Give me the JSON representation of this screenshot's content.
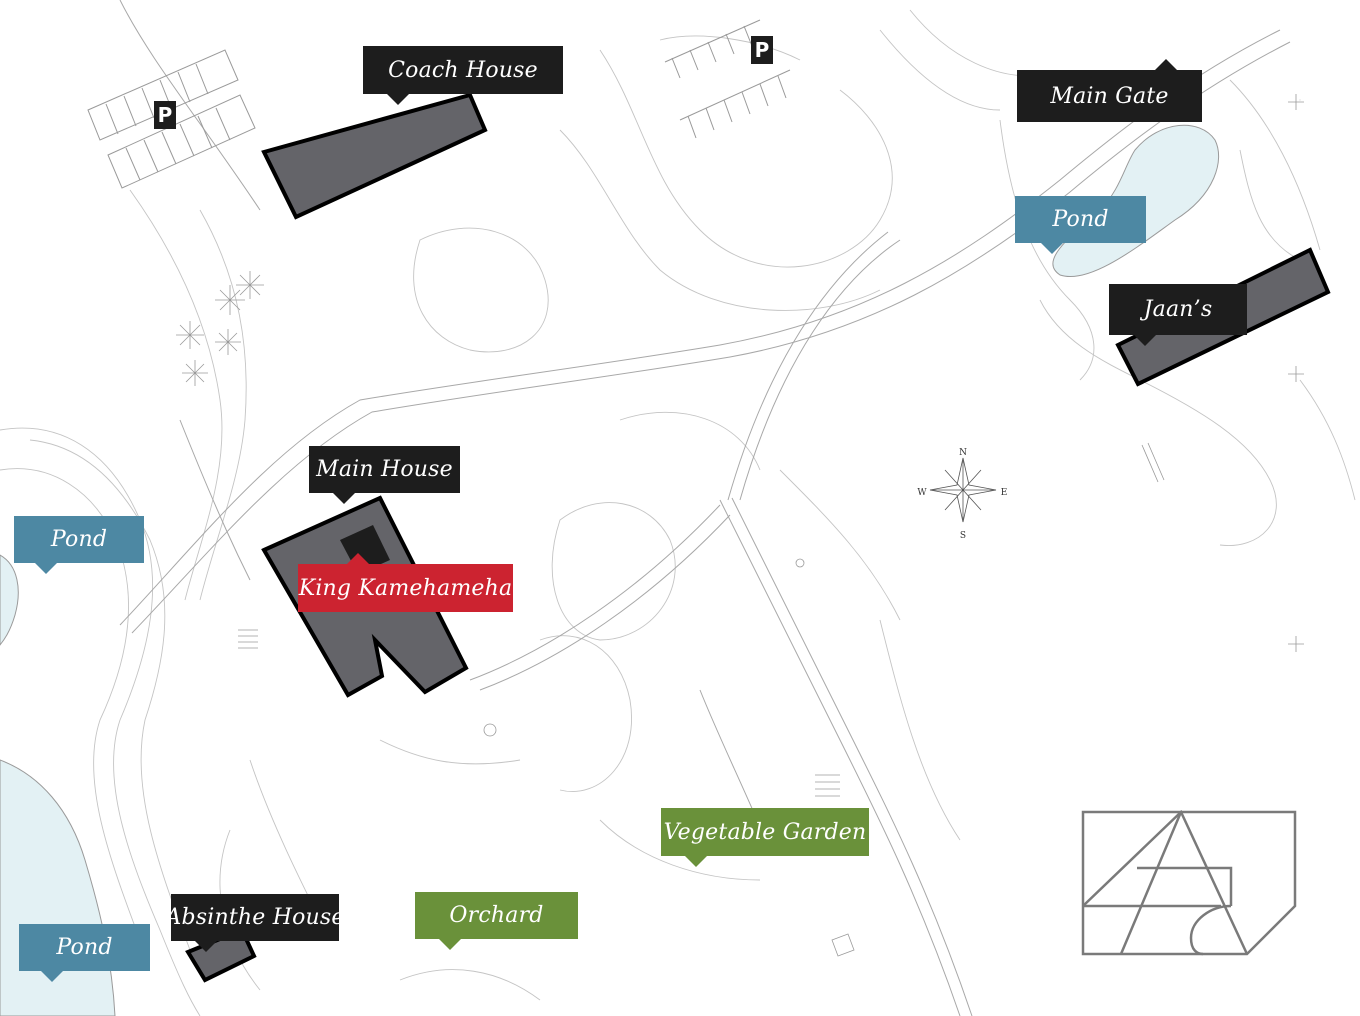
{
  "colors": {
    "building_label": "#1d1d1d",
    "pond_label": "#4d88a3",
    "garden_label": "#6a913a",
    "highlight_label": "#cc2330",
    "building_fill": "#646469",
    "water": "#e3f1f4",
    "linework": "#bcbcbc"
  },
  "labels": {
    "coach_house": "Coach House",
    "main_gate": "Main Gate",
    "pond_northeast": "Pond",
    "jaans": "Jaan’s",
    "main_house": "Main House",
    "king_kamehameha": "King Kamehameha",
    "pond_west": "Pond",
    "vegetable_garden": "Vegetable Garden",
    "orchard": "Orchard",
    "absinthe_house": "Absinthe House",
    "pond_southwest": "Pond"
  },
  "parking": {
    "symbol": "P"
  },
  "compass": {
    "north": "N",
    "south": "S",
    "east": "E",
    "west": "W"
  },
  "logo": {
    "icon": "monogram-logo"
  }
}
